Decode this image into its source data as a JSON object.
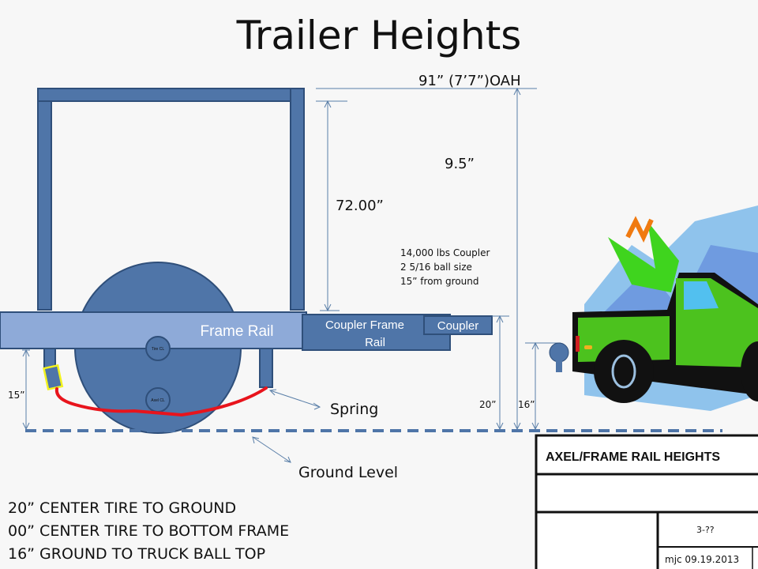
{
  "title": "Trailer Heights",
  "labels": {
    "overall_height": "91” (7’7”)OAH",
    "gap": "9.5”",
    "box_height": "72.00”",
    "coupler_line1": "14,000 lbs Coupler",
    "coupler_line2": "2 5/16 ball size",
    "coupler_line3": "15” from ground",
    "frame_rail": "Frame Rail",
    "coupler_frame_rail_1": "Coupler Frame",
    "coupler_frame_rail_2": "Rail",
    "coupler": "Coupler",
    "tire_cl": "Tire CL",
    "axel_cl": "Axel CL",
    "spring": "Spring",
    "ground_level": "Ground Level",
    "dim_15": "15”",
    "dim_20": "20”",
    "dim_16": "16”"
  },
  "notes": [
    "20” CENTER TIRE TO GROUND",
    "00” CENTER TIRE TO BOTTOM FRAME",
    "16” GROUND TO TRUCK BALL TOP"
  ],
  "title_block": {
    "title": "AXEL/FRAME RAIL HEIGHTS",
    "sheet": "3-??",
    "author_date": "mjc 09.19.2013"
  },
  "colors": {
    "structure": "#4f75a8",
    "frame_rail": "#8eaad8",
    "spring": "#e8141c",
    "shackle": "#f2f21e",
    "truck": "#4cc21e"
  }
}
